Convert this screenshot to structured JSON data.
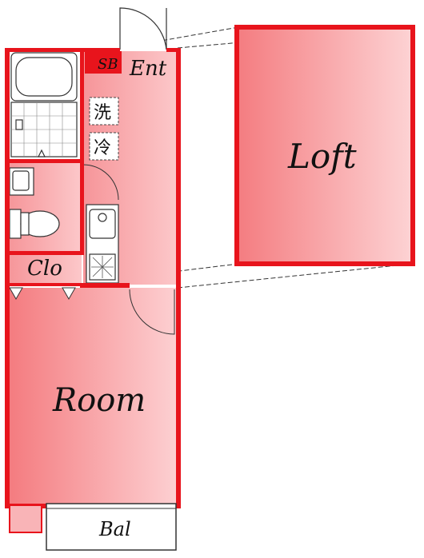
{
  "labels": {
    "entrance": "Ent",
    "shoe_box": "SB",
    "washer": "洗",
    "fridge": "冷",
    "closet": "Clo",
    "room": "Room",
    "balcony": "Bal",
    "loft": "Loft"
  },
  "colors": {
    "wall": "#e8141c",
    "fill_dark": "#f47b7f",
    "fill_light": "#fdd2d3",
    "line": "#222222",
    "background": "#ffffff"
  }
}
